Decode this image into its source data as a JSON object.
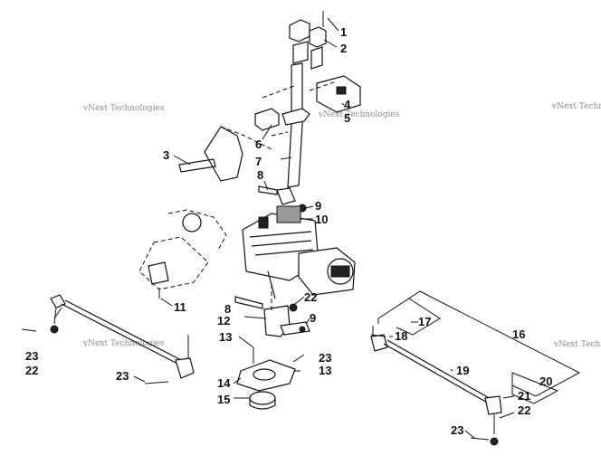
{
  "watermark": "vNext Technologies",
  "callouts": {
    "c1": "1",
    "c2": "2",
    "c3": "3",
    "c4": "4",
    "c5": "5",
    "c6": "6",
    "c7": "7",
    "c8a": "8",
    "c8b": "8",
    "c9a": "9",
    "c9b": "9",
    "c10": "10",
    "c11": "11",
    "c12": "12",
    "c13a": "13",
    "c13b": "13",
    "c14": "14",
    "c15": "15",
    "c16": "16",
    "c17": "17",
    "c18": "18",
    "c19": "19",
    "c20": "20",
    "c21": "21",
    "c22a": "22",
    "c22b": "22",
    "c22c": "22",
    "c23a": "23",
    "c23b": "23",
    "c23c": "23",
    "c23d": "23"
  }
}
